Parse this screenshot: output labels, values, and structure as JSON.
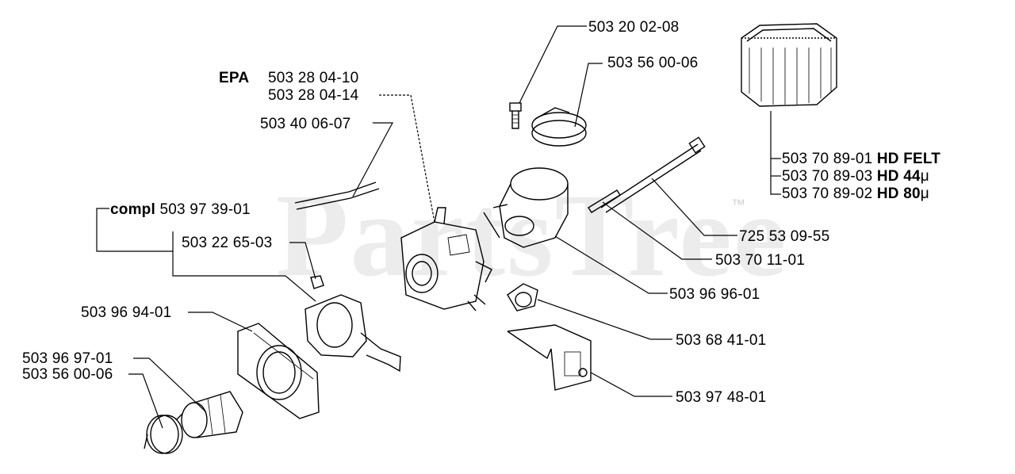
{
  "watermark": {
    "text": "PartsTree",
    "trademark": "™"
  },
  "labels": {
    "p_503200208": "503 20 02-08",
    "p_503560006_top": "503 56 00-06",
    "epa_tag": "EPA",
    "p_503280410": "503 28 04-10",
    "p_503280414": "503 28 04-14",
    "p_503400607": "503 40 06-07",
    "compl_tag": "compl",
    "p_503973901": "503 97 39-01",
    "p_503226503": "503 22 65-03",
    "p_503969401": "503 96 94-01",
    "p_503969701": "503 96 97-01",
    "p_503560006_bottom": "503 56 00-06",
    "p_503708901": "503 70 89-01",
    "hd_felt": "HD FELT",
    "p_503708903": "503 70 89-03",
    "hd_44": "HD 44",
    "mu1": "μ",
    "p_503708902": "503 70 89-02",
    "hd_80": "HD 80",
    "mu2": "μ",
    "p_725530955": "725 53 09-55",
    "p_503701101": "503 70 11-01",
    "p_503969601": "503 96 96-01",
    "p_503684101": "503 68 41-01",
    "p_503974801": "503 97 48-01"
  }
}
